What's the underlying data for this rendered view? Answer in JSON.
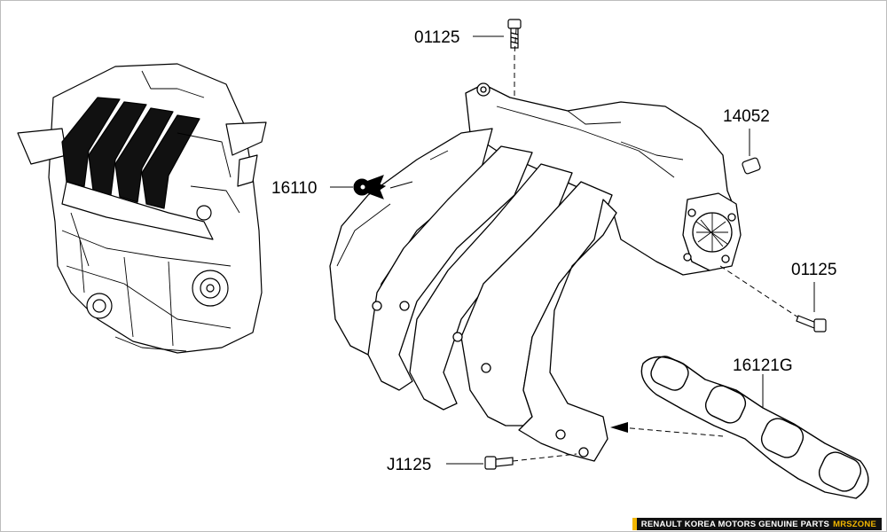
{
  "diagram": {
    "part_labels": [
      {
        "id": "bolt-top",
        "text": "01125"
      },
      {
        "id": "sleeve",
        "text": "14052"
      },
      {
        "id": "clip",
        "text": "16110"
      },
      {
        "id": "bolt-right",
        "text": "01125"
      },
      {
        "id": "gasket",
        "text": "16121G"
      },
      {
        "id": "bolt-bottom",
        "text": "J1125"
      }
    ]
  },
  "footer": {
    "text": "RENAULT KOREA MOTORS GENUINE PARTS",
    "brand": "MRSZONE",
    "accent_color": "#f2b600",
    "background_color": "#111111"
  }
}
